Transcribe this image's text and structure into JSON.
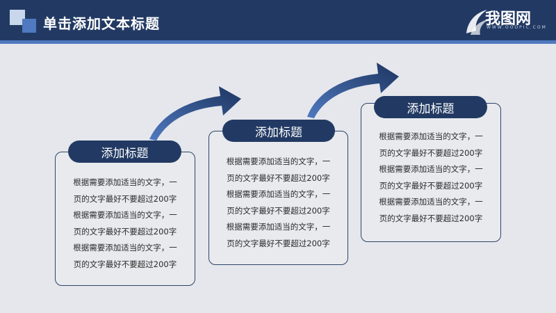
{
  "header": {
    "title": "单击添加文本标题",
    "logo_text": "我图网",
    "logo_sub": "WWW.OOOPIC.COM"
  },
  "colors": {
    "header_bg": "#223a63",
    "accent": "#4f79c0",
    "pill_bg": "#223a63",
    "card_border": "#2d4468",
    "slide_bg": "#e5e7ec"
  },
  "steps": [
    {
      "title": "添加标题",
      "lines": [
        "根据需要添加适当的文字，一",
        "页的文字最好不要超过200字",
        "根据需要添加适当的文字，一",
        "页的文字最好不要超过200字",
        "根据需要添加适当的文字，一",
        "页的文字最好不要超过200字"
      ]
    },
    {
      "title": "添加标题",
      "lines": [
        "根据需要添加适当的文字，一",
        "页的文字最好不要超过200字",
        "根据需要添加适当的文字，一",
        "页的文字最好不要超过200字",
        "根据需要添加适当的文字，一",
        "页的文字最好不要超过200字"
      ]
    },
    {
      "title": "添加标题",
      "lines": [
        "根据需要添加适当的文字，一",
        "页的文字最好不要超过200字",
        "根据需要添加适当的文字，一",
        "页的文字最好不要超过200字",
        "根据需要添加适当的文字，一",
        "页的文字最好不要超过200字"
      ]
    }
  ]
}
